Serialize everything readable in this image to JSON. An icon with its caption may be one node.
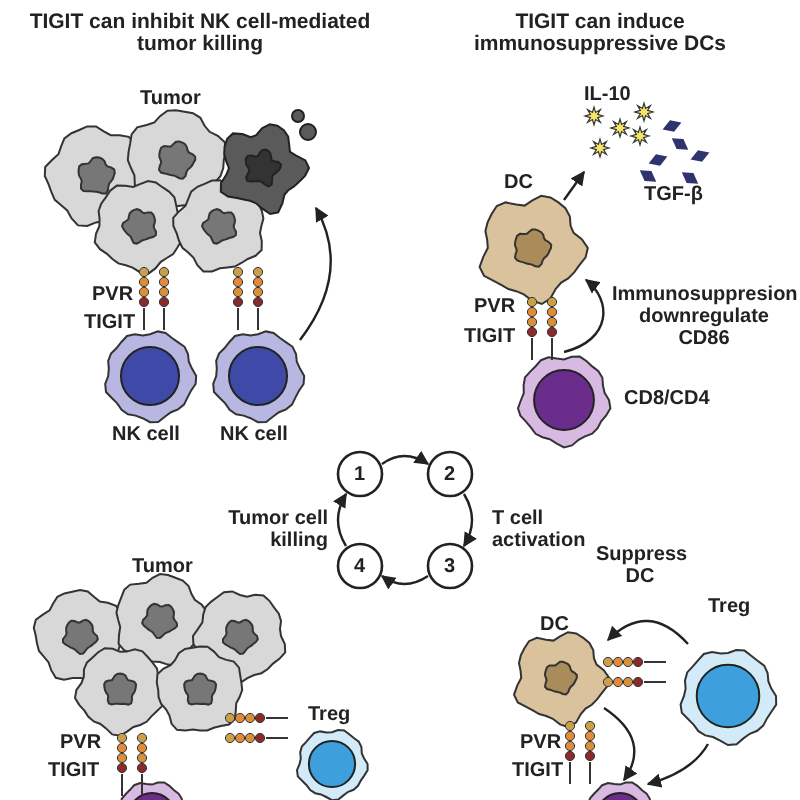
{
  "diagram": {
    "nodes": [
      {
        "text": [
          "Tumor"
        ]
      },
      {
        "text": [],
        "shape": "picture"
      },
      {
        "text": [
          "NK cell"
        ]
      },
      {
        "text": [
          "NK cell"
        ]
      },
      {
        "text": [
          "DC"
        ]
      },
      {
        "text": [
          "IL-10",
          "TGF-β"
        ]
      },
      {
        "text": [
          "CD8/CD4"
        ]
      },
      {
        "text": [
          "1"
        ]
      },
      {
        "text": [
          "2"
        ]
      },
      {
        "text": [
          "3"
        ]
      },
      {
        "text": [
          "4"
        ]
      },
      {
        "text": [
          "Tumor"
        ]
      },
      {
        "text": [
          "Treg"
        ]
      },
      {
        "text": [],
        "shape": "circle"
      },
      {
        "text": [
          "DC"
        ]
      },
      {
        "text": [
          "Treg"
        ]
      },
      {
        "text": [],
        "shape": "circle"
      }
    ],
    "edges": [
      {
        "from": 3,
        "to": 1,
        "arrow": "to"
      },
      {
        "from": 4,
        "to": 5,
        "arrow": "to"
      },
      {
        "from": 6,
        "to": 4,
        "arrow": "to",
        "label": "Immunosuppresion downregulate CD86"
      },
      {
        "from": 7,
        "to": 8,
        "arrow": "to"
      },
      {
        "from": 8,
        "to": 9,
        "arrow": "to"
      },
      {
        "from": 9,
        "to": 10,
        "arrow": "to"
      },
      {
        "from": 10,
        "to": 7,
        "arrow": "to"
      },
      {
        "from": 15,
        "to": 14,
        "arrow": "to",
        "label": "Suppress DC"
      },
      {
        "from": 14,
        "to": 16,
        "arrow": "to"
      },
      {
        "from": 15,
        "to": 16,
        "arrow": "to"
      }
    ],
    "labels": [
      "TIGIT can inhibit NK cell-mediated tumor killing",
      "TIGIT can induce immunosuppressive DCs",
      "PVR",
      "TIGIT",
      "PVR",
      "TIGIT",
      "Tumor cell killing",
      "T cell activation",
      "PVR",
      "TIGIT",
      "PVR",
      "TIGIT"
    ]
  }
}
